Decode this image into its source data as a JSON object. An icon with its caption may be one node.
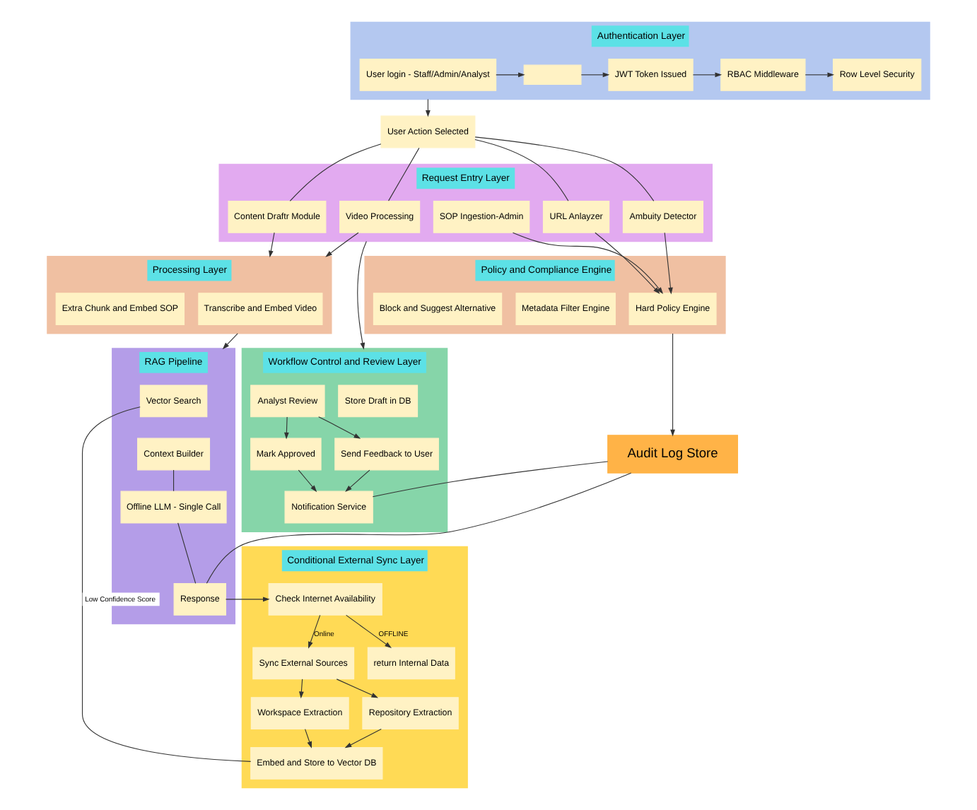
{
  "diagram": {
    "nodes": [
      {
        "text": [
          "Authentication Layer"
        ]
      },
      {
        "text": [
          "User login - Staff/Admin/Analyst"
        ],
        "in": 0
      },
      {
        "text": [],
        "shape": "box",
        "in": 0
      },
      {
        "text": [
          "JWT Token Issued"
        ],
        "in": 0
      },
      {
        "text": [
          "RBAC Middleware"
        ],
        "in": 0
      },
      {
        "text": [
          "Row Level Security"
        ],
        "in": 0
      },
      {
        "text": [
          "User Action Selected"
        ]
      },
      {
        "text": [
          "Request Entry Layer"
        ]
      },
      {
        "text": [
          "Video Processing"
        ],
        "in": 7
      },
      {
        "text": [
          "Content Draftr Module"
        ],
        "in": 7
      },
      {
        "text": [
          "SOP Ingestion-Admin"
        ],
        "in": 7
      },
      {
        "text": [
          "URL Anlayzer"
        ],
        "in": 7
      },
      {
        "text": [
          "Ambuity Detector"
        ],
        "in": 7
      },
      {
        "text": [
          "Processing Layer"
        ]
      },
      {
        "text": [
          "Transcribe and Embed Video"
        ],
        "in": 13
      },
      {
        "text": [
          "Extra Chunk and Embed SOP"
        ],
        "in": 13
      },
      {
        "text": [
          "Policy and Compliance Engine"
        ]
      },
      {
        "text": [
          "Hard Policy Engine"
        ],
        "in": 16
      },
      {
        "text": [
          "Metadata Filter Engine"
        ],
        "in": 16
      },
      {
        "text": [
          "Block and Suggest Alternative"
        ],
        "in": 16
      },
      {
        "text": [
          "Workflow Control and Review Layer"
        ]
      },
      {
        "text": [
          "Store Draft in DB"
        ],
        "in": 20
      },
      {
        "text": [
          "Send Feedback to User"
        ],
        "in": 20
      },
      {
        "text": [
          "Analyst Review"
        ],
        "in": 20
      },
      {
        "text": [
          "Mark Approved"
        ],
        "in": 20
      },
      {
        "text": [
          "Notification Service"
        ],
        "in": 20
      },
      {
        "text": [
          "RAG Pipeline"
        ]
      },
      {
        "text": [
          "Vector Search"
        ],
        "in": 26
      },
      {
        "text": [
          "Context Builder"
        ],
        "in": 26
      },
      {
        "text": [
          "Offline LLM - Single Call"
        ],
        "in": 26
      },
      {
        "text": [
          "Response"
        ],
        "in": 26
      },
      {
        "text": [
          "Audit Log Store"
        ]
      },
      {
        "text": [
          "Conditional External Sync Layer"
        ]
      },
      {
        "text": [
          "Check Internet Availability"
        ],
        "in": 32
      },
      {
        "text": [
          "return Internal Data"
        ],
        "in": 32
      },
      {
        "text": [
          "Sync External Sources"
        ],
        "in": 32
      },
      {
        "text": [
          "Workspace Extraction"
        ],
        "in": 32
      },
      {
        "text": [
          "Repository Extraction"
        ],
        "in": 32
      },
      {
        "text": [
          "Embed and Store to Vector DB"
        ],
        "in": 32
      }
    ],
    "edges": [
      {
        "from": 1,
        "to": 2,
        "arrow": "to"
      },
      {
        "from": 2,
        "to": 3,
        "arrow": "to"
      },
      {
        "from": 3,
        "to": 4,
        "arrow": "to"
      },
      {
        "from": 4,
        "to": 5,
        "arrow": "to"
      },
      {
        "from": 0,
        "to": 6,
        "arrow": "to"
      },
      {
        "from": 6,
        "to": 8,
        "arrow": "none"
      },
      {
        "from": 6,
        "to": 9,
        "arrow": "none"
      },
      {
        "from": 6,
        "to": 11,
        "arrow": "none"
      },
      {
        "from": 6,
        "to": 12,
        "arrow": "none"
      },
      {
        "from": 8,
        "to": 13,
        "arrow": "to"
      },
      {
        "from": 9,
        "to": 13,
        "arrow": "to"
      },
      {
        "from": 10,
        "to": 17,
        "arrow": "to"
      },
      {
        "from": 11,
        "to": 17,
        "arrow": "to"
      },
      {
        "from": 12,
        "to": 17,
        "arrow": "to"
      },
      {
        "from": 13,
        "to": 26,
        "arrow": "to"
      },
      {
        "from": 16,
        "to": 31,
        "arrow": "to"
      },
      {
        "from": 7,
        "to": 20,
        "arrow": "to"
      },
      {
        "from": 23,
        "to": 22,
        "arrow": "to"
      },
      {
        "from": 23,
        "to": 24,
        "arrow": "to"
      },
      {
        "from": 22,
        "to": 25,
        "arrow": "to"
      },
      {
        "from": 24,
        "to": 25,
        "arrow": "to"
      },
      {
        "from": 28,
        "to": 29,
        "arrow": "none"
      },
      {
        "from": 29,
        "to": 30,
        "arrow": "none"
      },
      {
        "from": 25,
        "to": 31,
        "arrow": "none"
      },
      {
        "from": 30,
        "to": 31,
        "arrow": "none"
      },
      {
        "from": 30,
        "to": 33,
        "arrow": "to"
      },
      {
        "from": 27,
        "to": 38,
        "arrow": "none",
        "label": "Low Confidence Score"
      },
      {
        "from": 33,
        "to": 34,
        "arrow": "to",
        "label": "OFFLINE"
      },
      {
        "from": 33,
        "to": 35,
        "arrow": "to",
        "label": "Online"
      },
      {
        "from": 35,
        "to": 36,
        "arrow": "to"
      },
      {
        "from": 35,
        "to": 37,
        "arrow": "to"
      },
      {
        "from": 36,
        "to": 38,
        "arrow": "to"
      },
      {
        "from": 37,
        "to": 38,
        "arrow": "to"
      }
    ]
  }
}
